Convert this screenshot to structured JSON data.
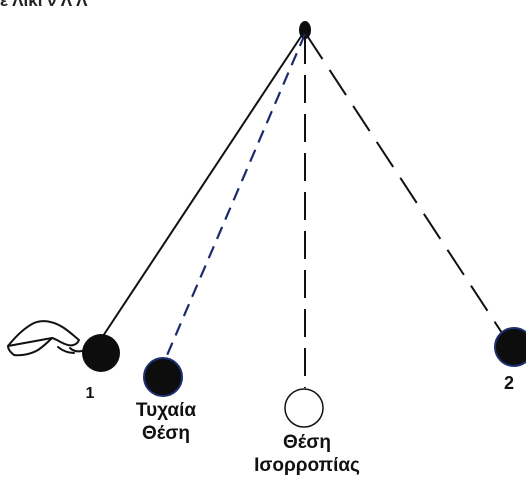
{
  "header_fragment": "ε Λικι ν Λ Λ",
  "labels": {
    "position_1": "1",
    "position_2": "2",
    "random_position": [
      "Τυχαία",
      "Θέση"
    ],
    "equilibrium_position": [
      "Θέση",
      "Ισορροπίας"
    ]
  },
  "colors": {
    "line": "#111111",
    "dashed_blue": "#1a2a6c",
    "bob_fill": "#0d0d0d",
    "bob_stroke_blue": "#1d2f73",
    "equilibrium_bob_fill": "#ffffff"
  },
  "icons": {
    "hand": "hand-icon"
  }
}
